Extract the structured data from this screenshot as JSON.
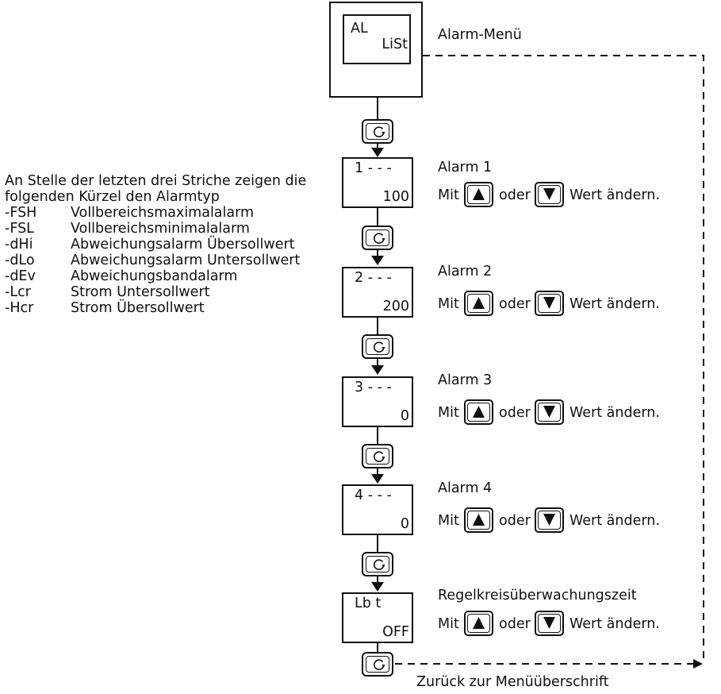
{
  "menu": {
    "display_line1": "AL",
    "display_line2": "LiSt",
    "caption": "Alarm-Menü"
  },
  "legend": {
    "intro_line1": "An Stelle der letzten drei Striche zeigen die",
    "intro_line2": "folgenden Kürzel den Alarmtyp",
    "items": [
      {
        "code": "-FSH",
        "desc": "Vollbereichsmaximalalarm"
      },
      {
        "code": "-FSL",
        "desc": "Vollbereichsminimalalarm"
      },
      {
        "code": "-dHi",
        "desc": "Abweichungsalarm Übersollwert"
      },
      {
        "code": "-dLo",
        "desc": "Abweichungsalarm Untersollwert"
      },
      {
        "code": "-dEv",
        "desc": "Abweichungsbandalarm"
      },
      {
        "code": "-Lcr",
        "desc": "Strom Untersollwert"
      },
      {
        "code": "-Hcr",
        "desc": "Strom Übersollwert"
      }
    ]
  },
  "params": [
    {
      "display_top": "1 - - -",
      "display_value": "100",
      "title": "Alarm 1"
    },
    {
      "display_top": "2 - - -",
      "display_value": "200",
      "title": "Alarm 2"
    },
    {
      "display_top": "3 - - -",
      "display_value": "0",
      "title": "Alarm 3"
    },
    {
      "display_top": "4 - - -",
      "display_value": "0",
      "title": "Alarm 4"
    },
    {
      "display_top": "Lb t",
      "display_value": "OFF",
      "title": "Regelkreisüberwachungszeit"
    }
  ],
  "instruction": {
    "mit": "Mit",
    "oder": "oder",
    "tail": "Wert ändern."
  },
  "return_label": "Zurück zur Menüüberschrift",
  "icons": {
    "scroll": "scroll-icon",
    "up": "up-arrow-icon",
    "down": "down-arrow-icon"
  }
}
